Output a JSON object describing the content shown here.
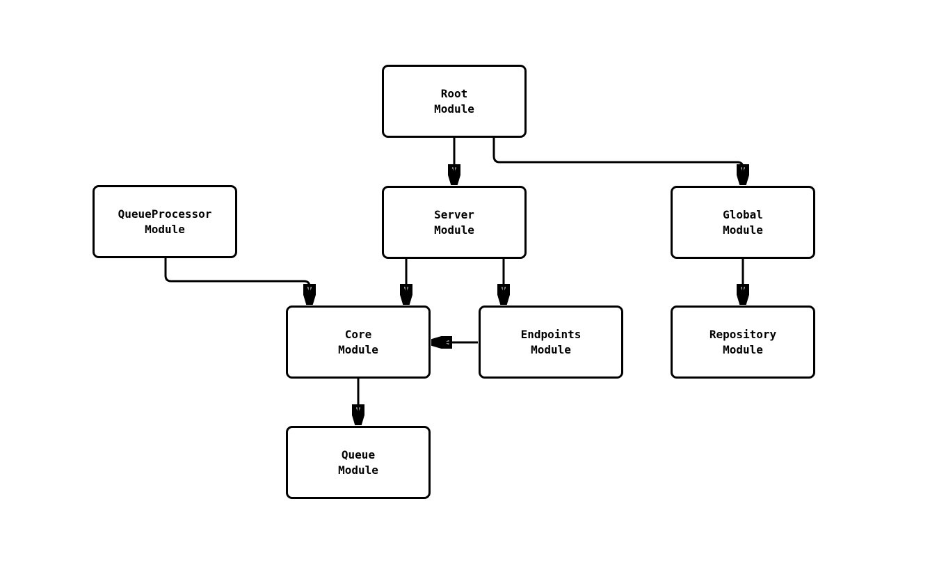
{
  "diagram": {
    "type": "flowchart-top-down",
    "colors": {
      "background": "#ffffff",
      "node_fill": "#ffffff",
      "node_border": "#000000",
      "edge_stroke": "#000000",
      "text": "#000000"
    },
    "nodes": [
      {
        "id": "root",
        "label": "Root\nModule"
      },
      {
        "id": "queueprocessor",
        "label": "QueueProcessor\nModule"
      },
      {
        "id": "server",
        "label": "Server\nModule"
      },
      {
        "id": "global",
        "label": "Global\nModule"
      },
      {
        "id": "core",
        "label": "Core\nModule"
      },
      {
        "id": "endpoints",
        "label": "Endpoints\nModule"
      },
      {
        "id": "repository",
        "label": "Repository\nModule"
      },
      {
        "id": "queue",
        "label": "Queue\nModule"
      }
    ],
    "edges": [
      {
        "from": "root",
        "to": "server"
      },
      {
        "from": "root",
        "to": "global"
      },
      {
        "from": "queueprocessor",
        "to": "core"
      },
      {
        "from": "server",
        "to": "core"
      },
      {
        "from": "server",
        "to": "endpoints"
      },
      {
        "from": "endpoints",
        "to": "core"
      },
      {
        "from": "global",
        "to": "repository"
      },
      {
        "from": "core",
        "to": "queue"
      }
    ]
  }
}
